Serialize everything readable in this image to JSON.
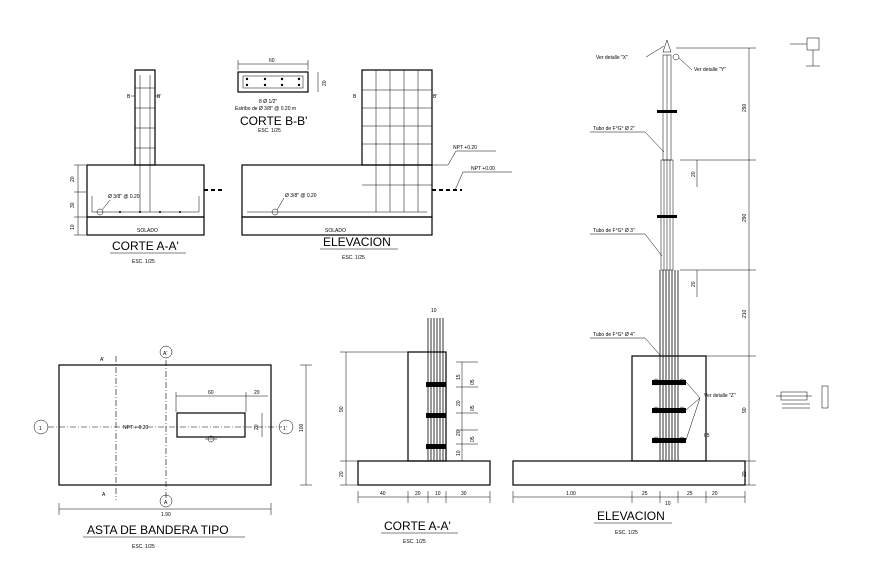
{
  "titles": {
    "corte_bb": "CORTE B-B'",
    "corte_aa_top": "CORTE A-A'",
    "elevacion_top": "ELEVACION",
    "asta": "ASTA DE BANDERA TIPO",
    "corte_aa_bottom": "CORTE A-A'",
    "elevacion_right": "ELEVACION"
  },
  "scales": {
    "corte_bb": "ESC. 1/25",
    "corte_aa_top": "ESC. 1/25",
    "elevacion_top": "ESC. 1/25",
    "asta": "ESC. 1/25",
    "corte_aa_bottom": "ESC. 1/25",
    "elevacion_right": "ESC. 1/25"
  },
  "corte_bb_notes": {
    "width": "60",
    "height": "20",
    "bars": "8 Ø 1/2\"",
    "stirrup": "Estribo de Ø 3/8\" @ 0.20 m"
  },
  "section_marks": {
    "b": "B",
    "b_prime": "B'"
  },
  "corte_aa_top_notes": {
    "rebar": "Ø 3/8\" @ 0.20",
    "solado": "SOLADO",
    "dim_20": "20",
    "dim_30": "30",
    "dim_10": "10"
  },
  "elevacion_top_notes": {
    "rebar": "Ø 3/8\" @ 0.20",
    "solado": "SOLADO",
    "npt_020": "NPT +0.20",
    "npt_000": "NPT +0.00"
  },
  "plan_notes": {
    "mark_a": "A",
    "mark_a_prime": "A'",
    "axis_1": "1",
    "axis_1_prime": "1'",
    "npt": "NPT + 0.20",
    "dim_60": "60",
    "dim_20_top": "20",
    "dim_20_side": "20",
    "dim_100": "100",
    "dim_190": "1.90"
  },
  "corte_aa_bottom_notes": {
    "dim_top": "10",
    "dim_90": "90",
    "dim_20": "20",
    "dim_15": "15",
    "dim_05a": "05",
    "dim_20b": "20",
    "dim_05b": "05",
    "dim_20c": "20",
    "dim_05c": "05",
    "dim_10b": "10",
    "b_40": "40",
    "b_20": "20",
    "b_10": "10",
    "b_30": "30"
  },
  "elevacion_right_notes": {
    "detail_x": "Ver detalle \"X\"",
    "detail_y": "Ver detalle \"Y\"",
    "detail_z": "Ver detalle \"Z\"",
    "tube_2": "Tubo de F°G° Ø 2\"",
    "tube_3": "Tubo de F°G° Ø 3\"",
    "tube_4": "Tubo de F°G° Ø 4\"",
    "dim_290a": "290",
    "dim_290b": "290",
    "dim_210": "210",
    "dim_90": "90",
    "dim_20": "20",
    "dim_20a": "20",
    "dim_20b": "20",
    "dim_05": "05",
    "b_100": "1.00",
    "b_25a": "25",
    "b_25b": "25",
    "b_20": "20",
    "b_10": "10"
  }
}
